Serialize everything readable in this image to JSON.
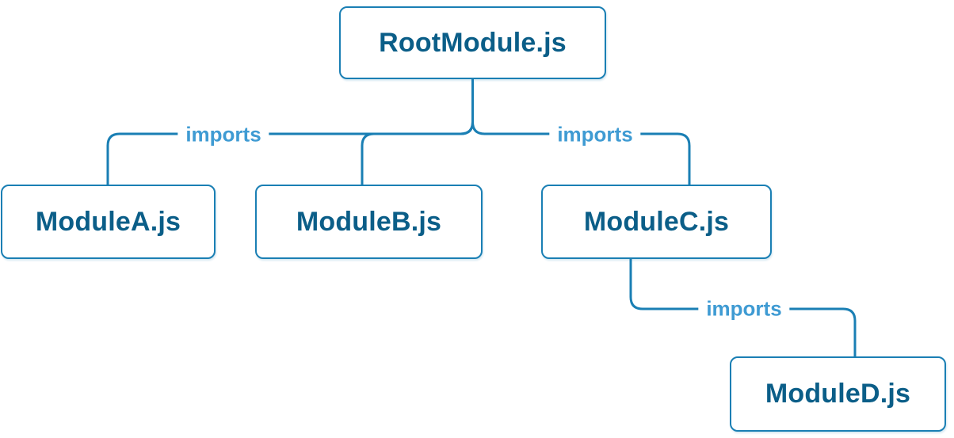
{
  "diagram": {
    "nodes": {
      "root": {
        "label": "RootModule.js"
      },
      "a": {
        "label": "ModuleA.js"
      },
      "b": {
        "label": "ModuleB.js"
      },
      "c": {
        "label": "ModuleC.js"
      },
      "d": {
        "label": "ModuleD.js"
      }
    },
    "edges": [
      {
        "from": "RootModule.js",
        "to": "ModuleA.js",
        "label": "imports"
      },
      {
        "from": "RootModule.js",
        "to": "ModuleB.js"
      },
      {
        "from": "RootModule.js",
        "to": "ModuleC.js",
        "label": "imports"
      },
      {
        "from": "ModuleC.js",
        "to": "ModuleD.js",
        "label": "imports"
      }
    ],
    "colors": {
      "line": "#1a7fb4",
      "node_border": "#1a7fb4",
      "node_text": "#0b5e88",
      "edge_label_text": "#3f9bd3",
      "node_background": "#ffffff",
      "background": "#ffffff"
    }
  }
}
